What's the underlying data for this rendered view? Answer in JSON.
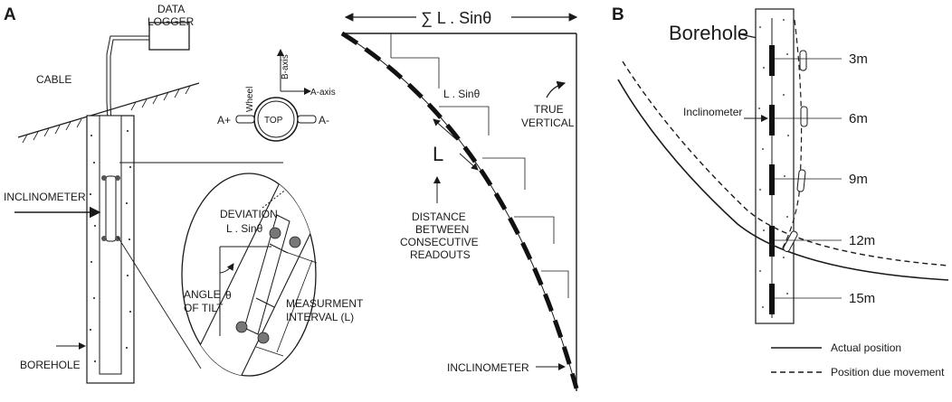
{
  "panel_a": {
    "letter": "A",
    "data_logger_line1": "DATA",
    "data_logger_line2": "LOGGER",
    "cable": "CABLE",
    "inclinometer": "INCLINOMETER",
    "borehole": "BOREHOLE",
    "b_axis": "B-axis",
    "a_axis": "A-axis",
    "wheel": "Wheel",
    "top": "TOP",
    "a_plus": "A+",
    "a_minus": "A-",
    "deviation": "DEVIATION",
    "l_sin_theta": "L . Sinθ",
    "angle_line1": "ANGLE",
    "angle_line2": "OF TILT",
    "theta": "θ",
    "measure_line1": "MEASURMENT",
    "measure_line2": "INTERVAL (L)",
    "sum_label": "∑ L . Sinθ",
    "step_label": "L . Sinθ",
    "l_label": "L",
    "true_vertical_line1": "TRUE",
    "true_vertical_line2": "VERTICAL",
    "distance_line1": "DISTANCE",
    "distance_line2": "BETWEEN",
    "distance_line3": "CONSECUTIVE",
    "distance_line4": "READOUTS",
    "inclinometer_bottom": "INCLINOMETER"
  },
  "panel_b": {
    "letter": "B",
    "borehole": "Borehole",
    "inclinometer": "Inclinometer",
    "depths": [
      "3m",
      "6m",
      "9m",
      "12m",
      "15m"
    ],
    "legend_actual": "Actual position",
    "legend_moved": "Position due movement"
  }
}
